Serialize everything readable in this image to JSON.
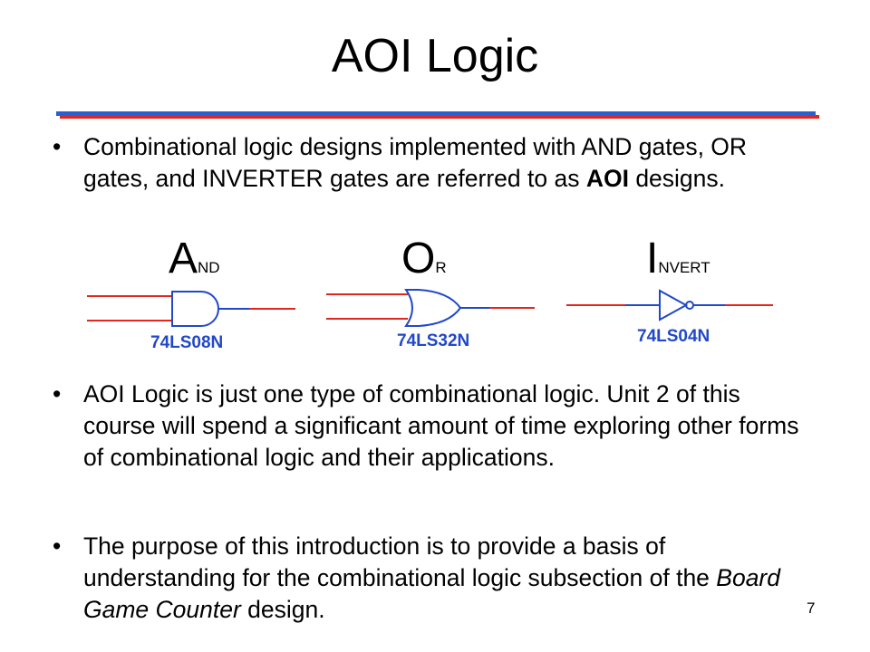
{
  "slide": {
    "title": "AOI Logic",
    "bullets": [
      {
        "before": "Combinational logic designs implemented with AND gates, OR gates, and INVERTER gates are referred to as ",
        "bold": "AOI",
        "after": " designs."
      },
      {
        "text": "AOI Logic is just one type of combinational logic. Unit 2 of this course will spend a significant amount of time exploring other forms of combinational logic and their applications."
      },
      {
        "before": "The purpose of this introduction is to provide a basis of understanding for the combinational logic subsection of the ",
        "italic": "Board Game Counter",
        "after": " design."
      }
    ],
    "page_number": "7"
  },
  "gates": [
    {
      "name": "and",
      "initial": "A",
      "rest": "ND",
      "chip": "74LS08N"
    },
    {
      "name": "or",
      "initial": "O",
      "rest": "R",
      "chip": "74LS32N"
    },
    {
      "name": "inverter",
      "initial": "I",
      "rest": "NVERT",
      "chip": "74LS04N"
    }
  ],
  "colors": {
    "wire": "#e0261f",
    "gate_outline": "#2248c9",
    "rule_red": "#e0261f",
    "rule_blue": "#2a5fcf"
  }
}
